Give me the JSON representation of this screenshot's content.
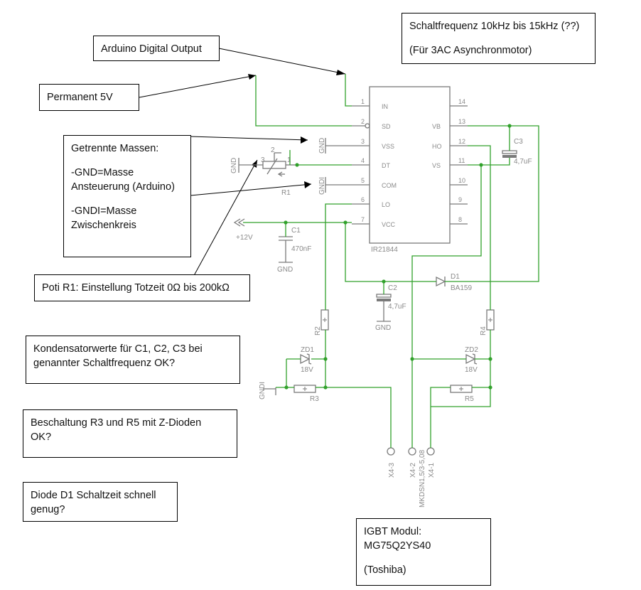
{
  "notes": {
    "arduino": "Arduino Digital Output",
    "permanent": "Permanent 5V",
    "frequency": {
      "line1": "Schaltfrequenz 10kHz bis 15kHz (??)",
      "line2": "(Für 3AC Asynchronmotor)"
    },
    "grounds": {
      "title": "Getrennte Massen:",
      "gnd_line1": "-GND=Masse",
      "gnd_line2": "Ansteuerung (Arduino)",
      "gndi_line1": "-GNDI=Masse",
      "gndi_line2": "Zwischenkreis"
    },
    "poti": "Poti R1: Einstellung Totzeit 0Ω bis 200kΩ",
    "capacitors": {
      "line1": "Kondensatorwerte für C1, C2, C3 bei",
      "line2": "genannter Schaltfrequenz OK?"
    },
    "zener": {
      "line1": "Beschaltung R3 und R5 mit Z-Dioden",
      "line2": "OK?"
    },
    "diode": {
      "line1": "Diode D1 Schaltzeit schnell",
      "line2": "genug?"
    },
    "igbt": {
      "line1": "IGBT Modul:",
      "line2": "MG75Q2YS40",
      "line3": "(Toshiba)"
    }
  },
  "schematic": {
    "ic": {
      "name": "IR21844",
      "left_pins": [
        {
          "num": "1",
          "name": "IN"
        },
        {
          "num": "2",
          "name": "SD"
        },
        {
          "num": "3",
          "name": "VSS"
        },
        {
          "num": "4",
          "name": "DT"
        },
        {
          "num": "5",
          "name": "COM"
        },
        {
          "num": "6",
          "name": "LO"
        },
        {
          "num": "7",
          "name": "VCC"
        }
      ],
      "right_pins": [
        {
          "num": "14",
          "name": ""
        },
        {
          "num": "13",
          "name": "VB"
        },
        {
          "num": "12",
          "name": "HO"
        },
        {
          "num": "11",
          "name": "VS"
        },
        {
          "num": "10",
          "name": ""
        },
        {
          "num": "9",
          "name": ""
        },
        {
          "num": "8",
          "name": ""
        }
      ]
    },
    "labels": {
      "gnd": "GND",
      "gndi": "GNDI",
      "v12": "+12V",
      "c1": "C1",
      "c1_value": "470nF",
      "c2": "C2",
      "c2_value": "4,7uF",
      "c3": "C3",
      "c3_value": "4,7uF",
      "r1": "R1",
      "r2": "R2",
      "r3": "R3",
      "r4": "R4",
      "r5": "R5",
      "d1": "D1",
      "d1_value": "BA159",
      "zd1": "ZD1",
      "zd1_value": "18V",
      "zd2": "ZD2",
      "zd2_value": "18V",
      "pot_pin1": "1",
      "pot_pin2": "2",
      "pot_pin3": "3",
      "x4_3": "X4-3",
      "x4_2": "X4-2",
      "x4_1": "X4-1",
      "connector": "MKDSN1,5/3-5,08"
    }
  }
}
